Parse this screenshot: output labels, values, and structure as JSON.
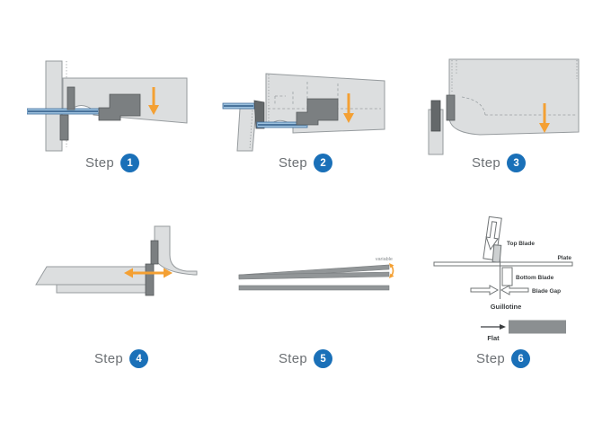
{
  "colors": {
    "step_text": "#6c7074",
    "badge_blue": "#1a70b8",
    "badge_number": "#ffffff",
    "body_gray_fill": "#dcdedf",
    "body_gray_stroke": "#969b9e",
    "blade_dark_gray": "#7b7f81",
    "plate_blue_fill": "#9dc1de",
    "plate_blue_core": "#2e5a86",
    "arrow_orange": "#f4a033",
    "diagram_line": "#707476",
    "annotation_text": "#3b3e40",
    "flat_bar_gray": "#8b8f91"
  },
  "steps": [
    {
      "label": "Step",
      "number": "1"
    },
    {
      "label": "Step",
      "number": "2"
    },
    {
      "label": "Step",
      "number": "3"
    },
    {
      "label": "Step",
      "number": "4"
    },
    {
      "label": "Step",
      "number": "5"
    },
    {
      "label": "Step",
      "number": "6"
    }
  ],
  "panel5": {
    "variable_label": "variable"
  },
  "panel6": {
    "top_blade": "Top Blade",
    "plate": "Plate",
    "bottom_blade": "Bottom Blade",
    "blade_gap": "Blade Gap",
    "guillotine": "Guillotine",
    "flat": "Flat"
  }
}
